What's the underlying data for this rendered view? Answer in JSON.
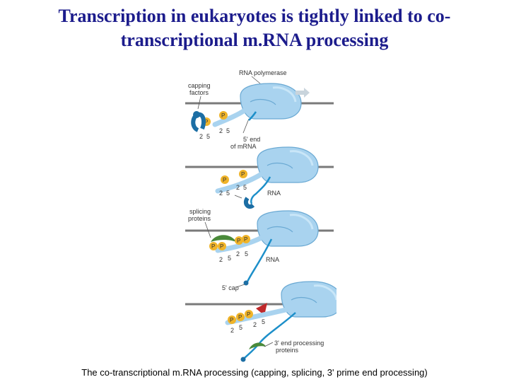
{
  "title": {
    "line1": "Transcription in eukaryotes is tightly linked to co-",
    "line2": "transcriptional m.RNA processing"
  },
  "caption": "The co-transcriptional m.RNA processing (capping, splicing, 3' prime end processing)",
  "figure": {
    "labels": {
      "rna_polymerase": "RNA polymerase",
      "capping_factors_1": "capping",
      "capping_factors_2": "factors",
      "five_prime_end_1": "5' end",
      "five_prime_end_2": "of mRNA",
      "rna_1": "RNA",
      "splicing_proteins_1": "splicing",
      "splicing_proteins_2": "proteins",
      "rna_2": "RNA",
      "five_prime_cap": "5' cap",
      "three_prime_end_1": "3' end processing",
      "three_prime_end_2": "proteins"
    },
    "ctd_labels": {
      "p": "P",
      "two": "2",
      "five": "5"
    },
    "colors": {
      "title": "#1c1c8c",
      "polymerase": "#a9d3ef",
      "polymerase_edge": "#6aa9d3",
      "dna": "#7a7a7a",
      "rna": "#1d8fc9",
      "phosphate": "#f0b429",
      "capping_factor": "#1c6ea4",
      "splicing_protein": "#4a8a3a",
      "end_processing_protein": "#c0292b",
      "arrow": "#c9d4dc"
    }
  }
}
